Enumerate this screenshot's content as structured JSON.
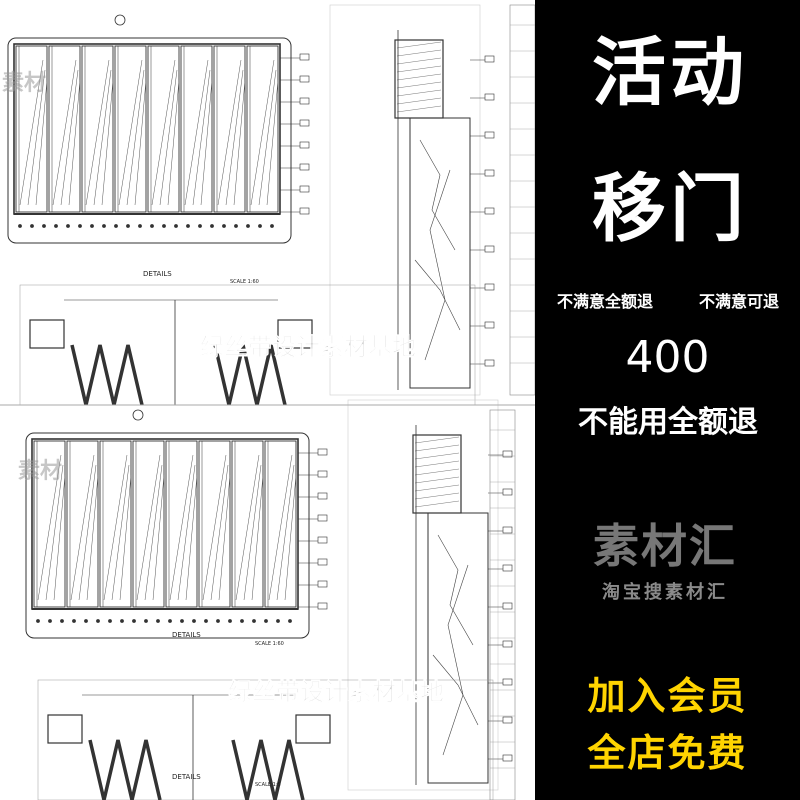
{
  "headline": {
    "line1": "活动",
    "line2": "移门"
  },
  "guarantees": {
    "left": "不满意全额退",
    "right": "不满意可退"
  },
  "count": "400",
  "refund_line": "不能用全额退",
  "brand": {
    "name": "素材汇",
    "subtitle": "淘宝搜素材汇"
  },
  "promo": {
    "line1": "加入会员",
    "line2": "全店免费"
  },
  "watermark": {
    "corner": "素材",
    "banner": "绿丝带设计素材基地"
  },
  "drawing": {
    "caption_label": "DETAILS",
    "scale_top": "SCALE 1:60",
    "scale_bottom": "SCALE 1:5"
  },
  "colors": {
    "panel": "#000000",
    "text": "#ffffff",
    "promo": "#ffd400",
    "brand": "#777777"
  }
}
